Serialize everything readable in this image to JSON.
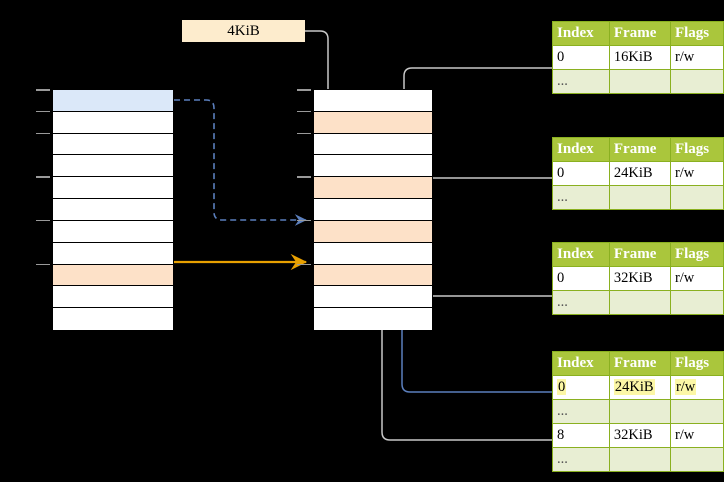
{
  "diagram": {
    "title_chip": {
      "label": "4KiB"
    },
    "colors": {
      "background": "#000000",
      "table_header": "#aac63c",
      "table_border": "#8ab020",
      "table_alt_row": "#e8eed3",
      "highlight_yellow": "#fcf7a6",
      "chip_bg": "#fdeccd",
      "row_blue": "#dbe8f9",
      "row_peach": "#fde1c8",
      "arrow_blue": "#5b7fbd",
      "arrow_orange": "#e8a000",
      "connector_gray": "#c8c8c8"
    },
    "left_stack": {
      "name": "virtual-address-space",
      "row_count": 11,
      "rows": [
        {
          "index": 0,
          "fill": "blue",
          "tick": true
        },
        {
          "index": 1,
          "fill": "white",
          "tick": true
        },
        {
          "index": 2,
          "fill": "white",
          "tick": true
        },
        {
          "index": 3,
          "fill": "white",
          "tick": false
        },
        {
          "index": 4,
          "fill": "white",
          "tick": true
        },
        {
          "index": 5,
          "fill": "white",
          "tick": false
        },
        {
          "index": 6,
          "fill": "white",
          "tick": true
        },
        {
          "index": 7,
          "fill": "white",
          "tick": false
        },
        {
          "index": 8,
          "fill": "peach",
          "tick": true
        },
        {
          "index": 9,
          "fill": "white",
          "tick": false
        },
        {
          "index": 10,
          "fill": "white",
          "tick": false
        }
      ]
    },
    "middle_stack": {
      "name": "physical-memory",
      "row_count": 11,
      "rows": [
        {
          "index": 0,
          "fill": "white",
          "tick": true
        },
        {
          "index": 1,
          "fill": "peach",
          "tick": true
        },
        {
          "index": 2,
          "fill": "white",
          "tick": true
        },
        {
          "index": 3,
          "fill": "white",
          "tick": false
        },
        {
          "index": 4,
          "fill": "peach",
          "tick": true
        },
        {
          "index": 5,
          "fill": "white",
          "tick": false
        },
        {
          "index": 6,
          "fill": "peach",
          "tick": true
        },
        {
          "index": 7,
          "fill": "white",
          "tick": false
        },
        {
          "index": 8,
          "fill": "peach",
          "tick": true
        },
        {
          "index": 9,
          "fill": "white",
          "tick": false
        },
        {
          "index": 10,
          "fill": "white",
          "tick": false
        }
      ]
    },
    "page_tables": [
      {
        "name": "page-table-level-0",
        "headers": [
          "Index",
          "Frame",
          "Flags"
        ],
        "rows": [
          {
            "cells": [
              "0",
              "16KiB",
              "r/w"
            ],
            "style": "normal",
            "highlight": []
          },
          {
            "cells": [
              "...",
              "",
              ""
            ],
            "style": "ellipsis",
            "highlight": []
          }
        ]
      },
      {
        "name": "page-table-level-1",
        "headers": [
          "Index",
          "Frame",
          "Flags"
        ],
        "rows": [
          {
            "cells": [
              "0",
              "24KiB",
              "r/w"
            ],
            "style": "normal",
            "highlight": []
          },
          {
            "cells": [
              "...",
              "",
              ""
            ],
            "style": "ellipsis",
            "highlight": []
          }
        ]
      },
      {
        "name": "page-table-level-2",
        "headers": [
          "Index",
          "Frame",
          "Flags"
        ],
        "rows": [
          {
            "cells": [
              "0",
              "32KiB",
              "r/w"
            ],
            "style": "normal",
            "highlight": []
          },
          {
            "cells": [
              "...",
              "",
              ""
            ],
            "style": "ellipsis",
            "highlight": []
          }
        ]
      },
      {
        "name": "page-table-level-3",
        "headers": [
          "Index",
          "Frame",
          "Flags"
        ],
        "rows": [
          {
            "cells": [
              "0",
              "24KiB",
              "r/w"
            ],
            "style": "normal",
            "highlight": [
              0,
              1,
              2
            ]
          },
          {
            "cells": [
              "...",
              "",
              ""
            ],
            "style": "ellipsis",
            "highlight": []
          },
          {
            "cells": [
              "8",
              "32KiB",
              "r/w"
            ],
            "style": "normal",
            "highlight": []
          },
          {
            "cells": [
              "...",
              "",
              ""
            ],
            "style": "ellipsis",
            "highlight": []
          }
        ]
      }
    ],
    "connectors": [
      {
        "name": "chip-to-physical-row-1",
        "kind": "gray-arrow"
      },
      {
        "name": "virtual-row-0-to-physical-row-6",
        "kind": "blue-dashed-arrow"
      },
      {
        "name": "virtual-row-8-to-physical-row-8",
        "kind": "orange-arrow"
      },
      {
        "name": "table0-to-physical-row-4",
        "kind": "gray-arrow"
      },
      {
        "name": "table1-to-physical-row-6",
        "kind": "gray-arrow"
      },
      {
        "name": "physical-row-8-to-table2",
        "kind": "gray-arrow"
      },
      {
        "name": "physical-row-8-to-table3-row8",
        "kind": "gray-arrow"
      },
      {
        "name": "table3-row0-to-physical-row-6",
        "kind": "blue-line-arrow"
      }
    ]
  }
}
